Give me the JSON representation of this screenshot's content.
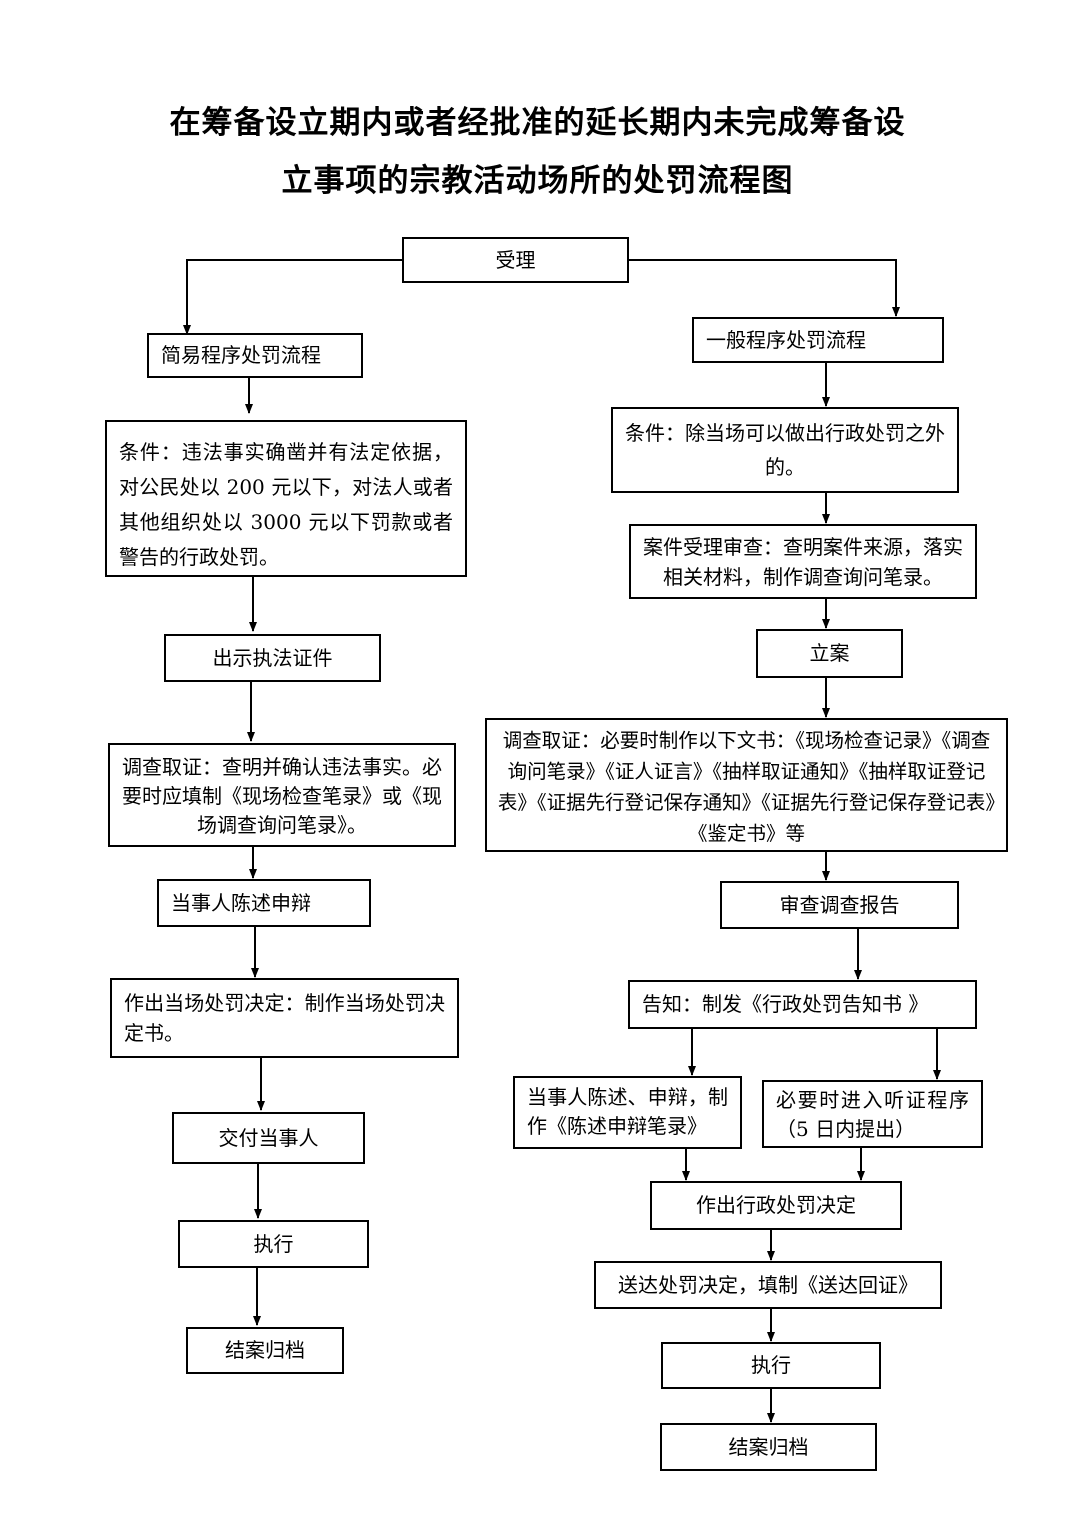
{
  "title": {
    "line1": "在筹备设立期内或者经批准的延长期内未完成筹备设",
    "line2": "立事项的宗教活动场所的处罚流程图"
  },
  "nodes": {
    "accept": "受理",
    "simple": {
      "heading": "简易程序处罚流程",
      "condition": "条件：违法事实确凿并有法定依据，对公民处以 200 元以下，对法人或者其他组织处以 3000 元以下罚款或者警告的行政处罚。",
      "show_id": "出示执法证件",
      "investigate": "调查取证：查明并确认违法事实。必要时应填制《现场检查笔录》或《现场调查询问笔录》。",
      "statement": "当事人陈述申辩",
      "decision": "作出当场处罚决定：制作当场处罚决定书。",
      "deliver": "交付当事人",
      "execute": "执行",
      "close": "结案归档"
    },
    "general": {
      "heading": "一般程序处罚流程",
      "condition": "条件：除当场可以做出行政处罚之外的。",
      "review": "案件受理审查：查明案件来源，落实相关材料，制作调查询问笔录。",
      "file": "立案",
      "investigate": "调查取证：必要时制作以下文书：《现场检查记录》《调查询问笔录》《证人证言》《抽样取证通知》《抽样取证登记表》《证据先行登记保存通知》《证据先行登记保存登记表》《鉴定书》等",
      "report": "审查调查报告",
      "notify": "告知：制发《行政处罚告知书 》",
      "statement": "当事人陈述、申辩，制作《陈述申辩笔录》",
      "hearing": "必要时进入听证程序（5 日内提出）",
      "decision": "作出行政处罚决定",
      "serve": "送达处罚决定，填制《送达回证》",
      "execute": "执行",
      "close": "结案归档"
    }
  }
}
